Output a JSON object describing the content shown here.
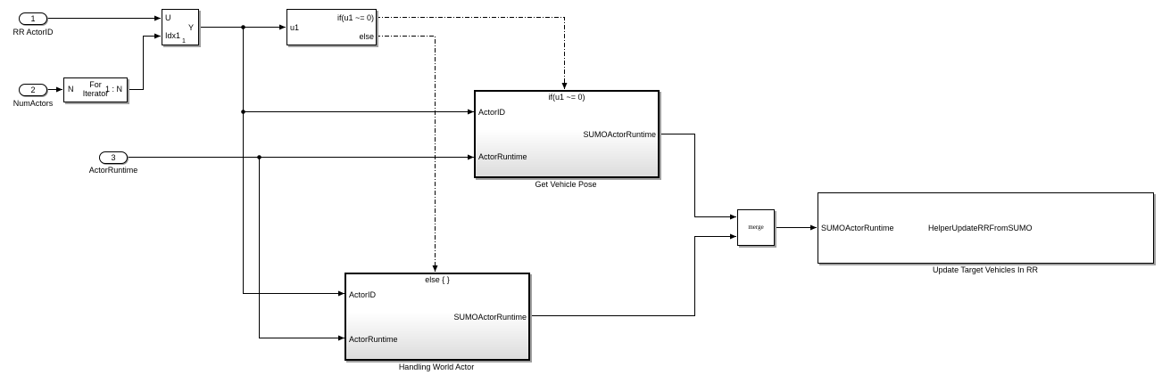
{
  "inports": [
    {
      "number": "1",
      "label": "RR ActorID"
    },
    {
      "number": "2",
      "label": "NumActors"
    },
    {
      "number": "3",
      "label": "ActorRuntime"
    }
  ],
  "selector": {
    "in_u": "U",
    "in_idx": "Idx1",
    "idx_sub": "1",
    "out_y": "Y"
  },
  "for_iterator": {
    "in_n": "N",
    "line1": "For",
    "line2": "Iterator",
    "range": "1 : N"
  },
  "if_block": {
    "in_u1": "u1",
    "out_if": "if(u1 ~= 0)",
    "out_else": "else"
  },
  "get_vehicle_pose": {
    "condition": "if(u1 ~= 0)",
    "in1": "ActorID",
    "in2": "ActorRuntime",
    "out1": "SUMOActorRuntime",
    "name": "Get Vehicle Pose"
  },
  "handling_world_actor": {
    "condition": "else { }",
    "in1": "ActorID",
    "in2": "ActorRuntime",
    "out1": "SUMOActorRuntime",
    "name": "Handling World Actor"
  },
  "merge_block": {
    "label": "merge"
  },
  "update_block": {
    "in1": "SUMOActorRuntime",
    "function": "HelperUpdateRRFromSUMO",
    "name": "Update Target Vehicles In RR"
  }
}
